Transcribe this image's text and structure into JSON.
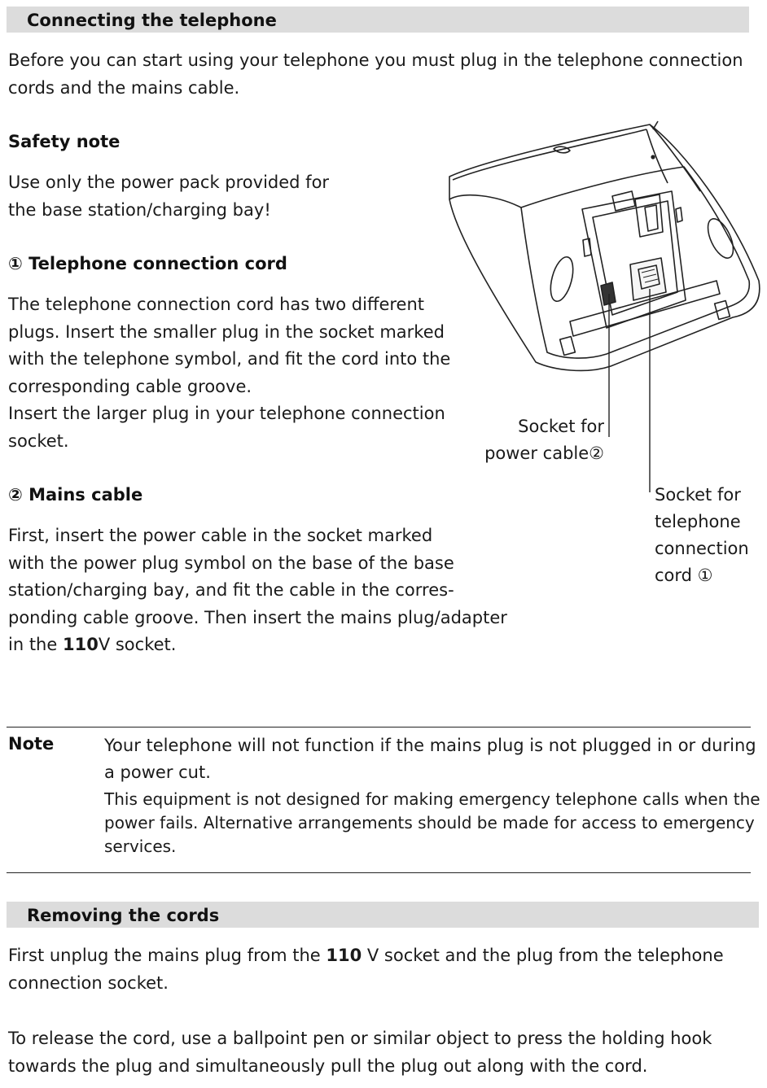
{
  "section1": {
    "title": "Connecting the telephone",
    "intro": [
      "Before you can start using your telephone you must plug in the telephone connection",
      "cords and the mains cable."
    ]
  },
  "safety": {
    "heading": "Safety note",
    "lines": [
      "Use only the power pack provided for",
      "the base station/charging bay!"
    ]
  },
  "cord": {
    "heading": "① Telephone connection cord",
    "lines": [
      "The telephone connection cord has two different",
      "plugs. Insert the smaller plug in the socket marked",
      "with the telephone symbol, and fit the cord into the",
      "corresponding cable groove.",
      "Insert the larger plug in your telephone connection",
      "socket."
    ]
  },
  "mains": {
    "heading": "② Mains cable",
    "lines": [
      "First, insert the power cable in the socket marked",
      "with the power plug symbol on the base of the base",
      "station/charging bay, and fit the cable in the corres-",
      "ponding cable groove. Then insert the mains plug/adapter"
    ],
    "last_pre": "in the ",
    "last_bold": "110",
    "last_post": "V socket."
  },
  "figure": {
    "caption_power": [
      "Socket for",
      "power cable②"
    ],
    "caption_phone": [
      "Socket for",
      "telephone",
      "connection",
      "cord ①"
    ]
  },
  "note": {
    "label": "Note",
    "lines1": [
      "Your telephone will not function if the mains plug is not plugged in or during",
      "a power cut."
    ],
    "lines2": [
      "This equipment is not designed for making emergency telephone calls when the",
      "power fails. Alternative arrangements should be made for access to emergency",
      "services."
    ]
  },
  "section2": {
    "title": "Removing the cords",
    "p1_pre": "First unplug the mains plug from the ",
    "p1_bold": "110",
    "p1_post": " V socket and the plug from the telephone",
    "p1_line2": "connection socket.",
    "p2": [
      "To release the cord, use a ballpoint pen or similar object to press the holding hook",
      "towards the plug and simultaneously pull the plug out along with the cord."
    ]
  }
}
